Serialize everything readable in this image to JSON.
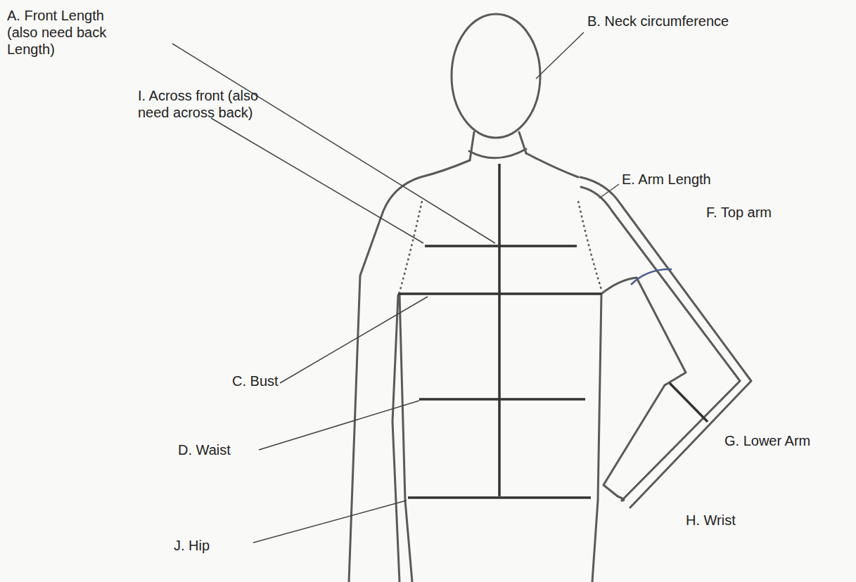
{
  "diagram": {
    "labels": [
      "A. Front Length (also need back Length)",
      "B. Neck circumference",
      "I. Across front (also need across back)",
      "E. Arm Length",
      "F. Top arm",
      "C. Bust",
      "D. Waist",
      "G. Lower Arm",
      "H. Wrist",
      "J. Hip"
    ]
  }
}
